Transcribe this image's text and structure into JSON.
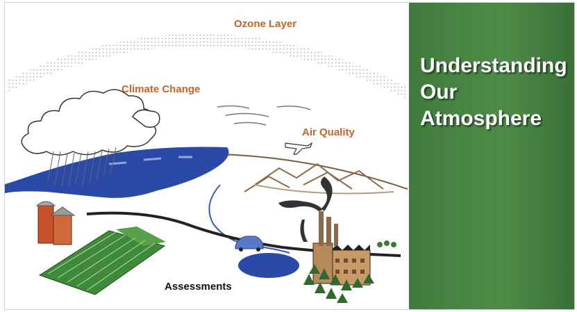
{
  "illustration": {
    "labels": {
      "ozone_layer": "Ozone Layer",
      "climate_change": "Climate Change",
      "air_quality": "Air Quality",
      "assessments": "Assessments"
    },
    "colors": {
      "label_orange": "#c8642a",
      "water_blue": "#2b4aa8",
      "field_green": "#3e8a3a",
      "factory_tan": "#b78a5c",
      "mountain_brown": "#8b6a4a"
    }
  },
  "panel": {
    "title_lines": [
      "Understanding",
      "Our",
      "Atmosphere"
    ],
    "background": "#4a8544",
    "text_color": "#ffffff"
  }
}
